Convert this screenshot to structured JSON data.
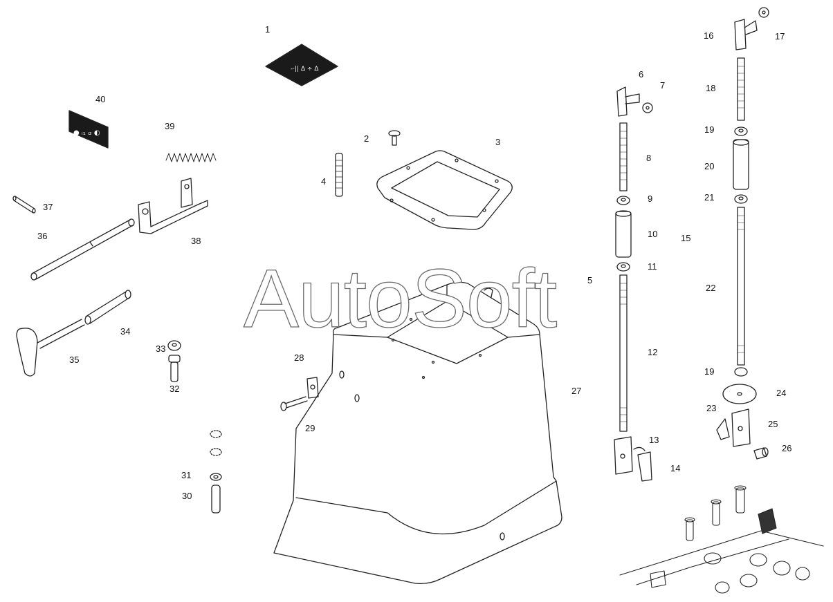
{
  "watermark": "AutoSoft",
  "callouts": {
    "c1": "1",
    "c2": "2",
    "c3": "3",
    "c4": "4",
    "c5": "5",
    "c6": "6",
    "c7": "7",
    "c8": "8",
    "c9": "9",
    "c10": "10",
    "c11": "11",
    "c12": "12",
    "c13": "13",
    "c14": "14",
    "c15": "15",
    "c16": "16",
    "c17": "17",
    "c18": "18",
    "c19a": "19",
    "c19b": "19",
    "c20": "20",
    "c21": "21",
    "c22": "22",
    "c23": "23",
    "c24": "24",
    "c25": "25",
    "c26": "26",
    "c27": "27",
    "c28": "28",
    "c29": "29",
    "c30": "30",
    "c31": "31",
    "c32": "32",
    "c33": "33",
    "c34": "34",
    "c35": "35",
    "c36": "36",
    "c37": "37",
    "c38": "38",
    "c39": "39",
    "c40": "40"
  }
}
